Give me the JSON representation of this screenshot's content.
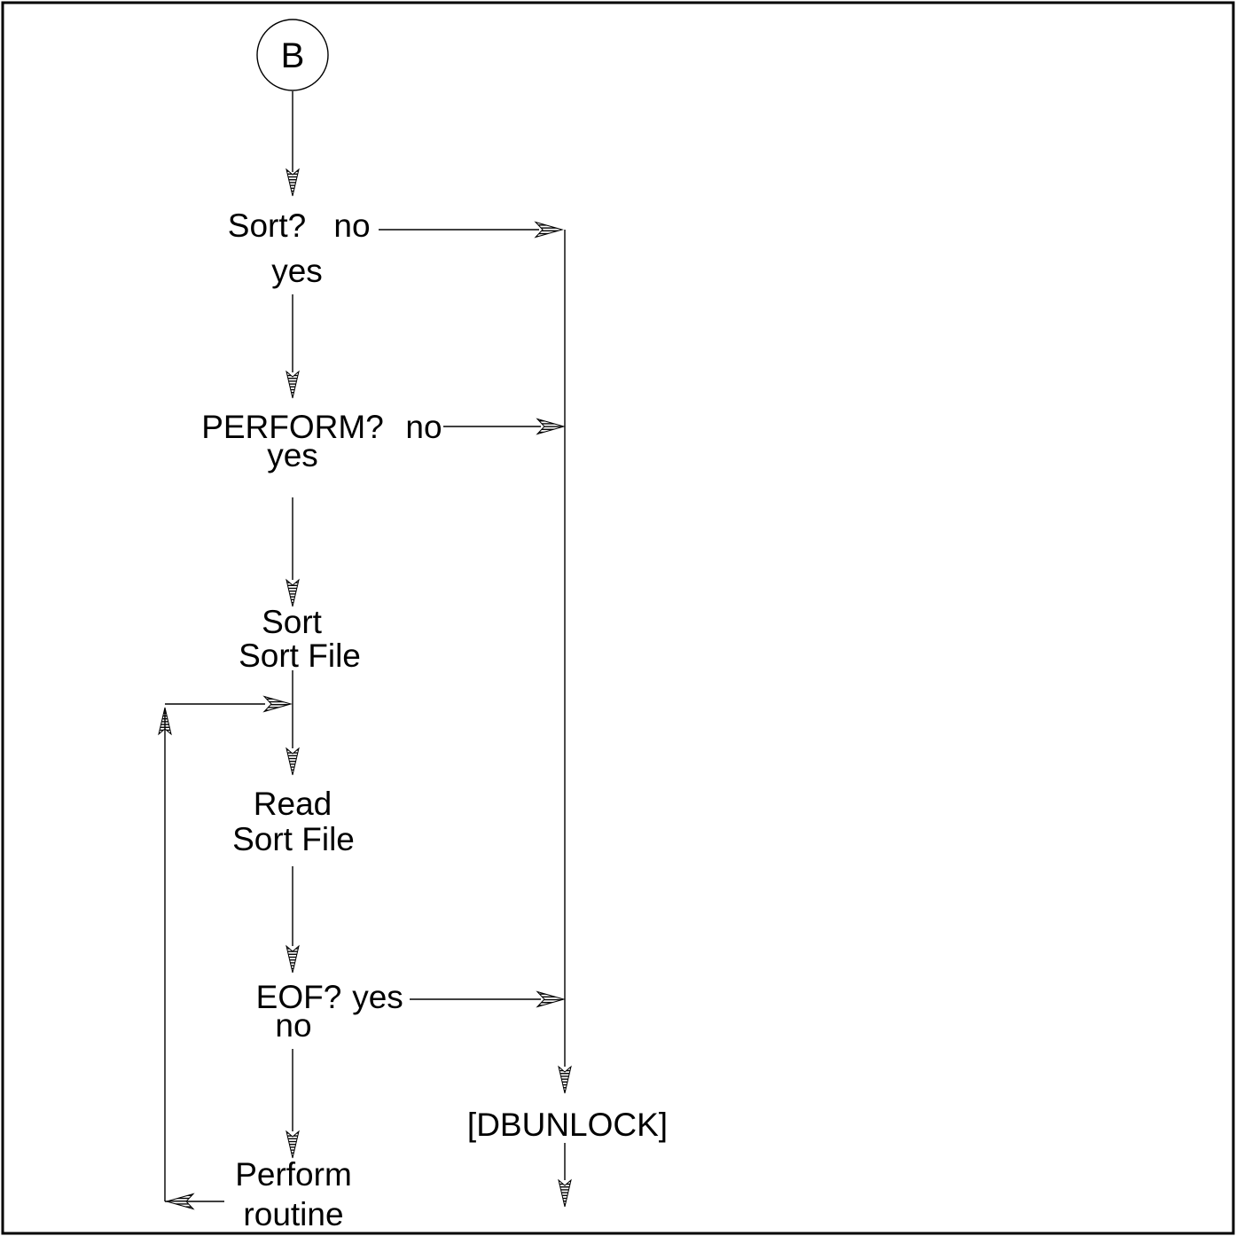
{
  "diagram": {
    "connector": {
      "label": "B"
    },
    "sort_decision": {
      "question": "Sort?",
      "no": "no",
      "yes": "yes"
    },
    "perform_decision": {
      "question": "PERFORM?",
      "no": "no",
      "yes": "yes"
    },
    "sort_step": {
      "line1": "Sort",
      "line2": "Sort File"
    },
    "read_step": {
      "line1": "Read",
      "line2": "Sort File"
    },
    "eof_decision": {
      "question": "EOF?",
      "yes": "yes",
      "no": "no"
    },
    "perform_step": {
      "line1": "Perform",
      "line2": "routine"
    },
    "dbunlock_label": "[DBUNLOCK]",
    "colors": {
      "ink": "#000000",
      "background": "#ffffff"
    }
  }
}
